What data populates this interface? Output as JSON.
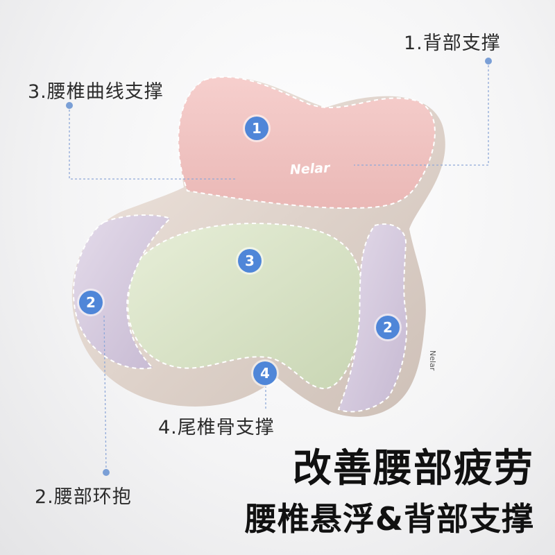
{
  "labels": {
    "back_support": "1.背部支撑",
    "waist_wrap": "2.腰部环抱",
    "lumbar_curve": "3.腰椎曲线支撑",
    "tailbone": "4.尾椎骨支撑"
  },
  "headline": "改善腰部疲劳",
  "subline": "腰椎悬浮&背部支撑",
  "brand": {
    "logo_front": "Nelar",
    "logo_side": "Nelar"
  },
  "badges": {
    "b1": "1",
    "b2_left": "2",
    "b2_right": "2",
    "b3": "3",
    "b4": "4"
  },
  "colors": {
    "pink_top": "#f1c9c7",
    "green_center": "#dde6cc",
    "lavender_side": "#d7cde0",
    "base_beige": "#e9ddd4",
    "badge_blue": "#4f86d8",
    "leader_line": "#8ea8d8"
  }
}
